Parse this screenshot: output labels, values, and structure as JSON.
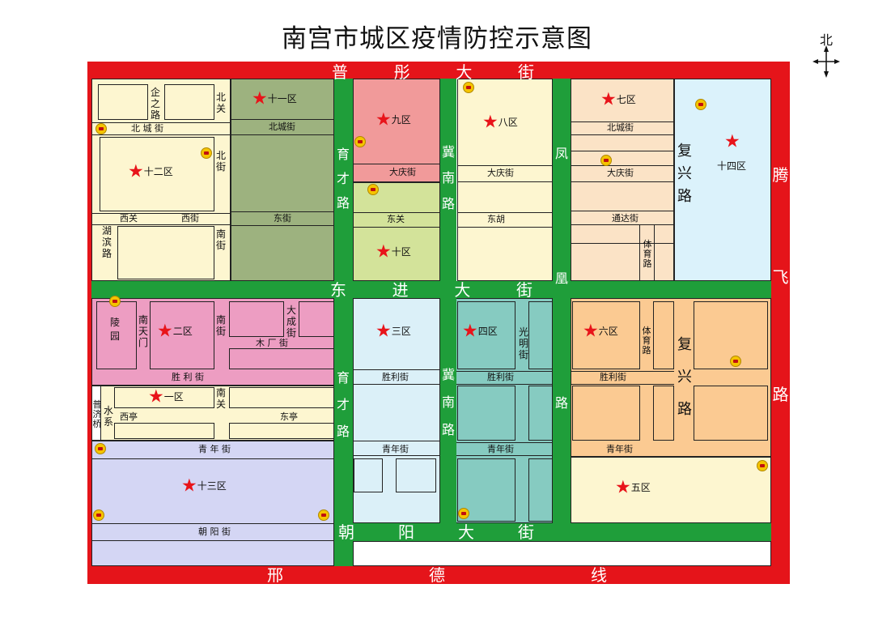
{
  "title": "南宫市城区疫情防控示意图",
  "compass": "北",
  "colors": {
    "frame": "#e5141a",
    "green_road": "#1f9e3a",
    "star": "#e8141a"
  },
  "outer_roads": {
    "north": [
      "普",
      "彤",
      "大",
      "街"
    ],
    "south": [
      "邢",
      "德",
      "线"
    ],
    "east": [
      "腾",
      "飞",
      "路"
    ]
  },
  "main_roads": {
    "dongjin": [
      "东",
      "进",
      "大",
      "街"
    ],
    "chaoyang": [
      "朝",
      "阳",
      "大",
      "街"
    ],
    "yucai_n": "育才路",
    "yucai_s": "育才路",
    "jinan_n": "冀南路",
    "jinan_s": "冀南路",
    "fenghuang": "凤凰路",
    "fuxing_n": "复兴路",
    "fuxing_s": "复兴路"
  },
  "zones": {
    "z1": "一区",
    "z2": "二区",
    "z3": "三区",
    "z4": "四区",
    "z5": "五区",
    "z6": "六区",
    "z7": "七区",
    "z8": "八区",
    "z9": "九区",
    "z10": "十区",
    "z11": "十一区",
    "z12": "十二区",
    "z13": "十三区",
    "z14": "十四区"
  },
  "streets": {
    "qizhilu": "企之路",
    "beiguan": "北关",
    "beicheng_w": "北 城 街",
    "beicheng_11": "北城街",
    "beijie": "北街",
    "xiguan": "西关",
    "xijie": "西街",
    "hubinlu": "湖滨路",
    "nanjie_w": "南街",
    "dongjie_11": "东街",
    "daqing_9": "大庆街",
    "dongguan": "东关",
    "daqing_8": "大庆街",
    "donghu": "东胡",
    "beicheng_7": "北城街",
    "daqing_7": "大庆街",
    "tongda": "通达街",
    "tiyulu_7": "体育路",
    "lingyuan": "陵园",
    "nantianmen": "南天门",
    "nanjie_2": "南街",
    "dacheng": "大成街",
    "mu": "木 厂 街",
    "shengli_w": "胜 利 街",
    "nanguan": "南关",
    "shuixi": "水系",
    "pujiqiao": "普济桥",
    "xiting": "西亭",
    "dongting": "东亭",
    "qingnian_w": "青 年 街",
    "chaoyang_jie": "朝 阳 街",
    "shengli_3": "胜利街",
    "qingnian_3": "青年街",
    "guangming": "光明街",
    "shengli_4": "胜利街",
    "qingnian_4": "青年街",
    "tiyulu_6": "体育路",
    "shengli_6": "胜利街",
    "qingnian_6": "青年街"
  }
}
